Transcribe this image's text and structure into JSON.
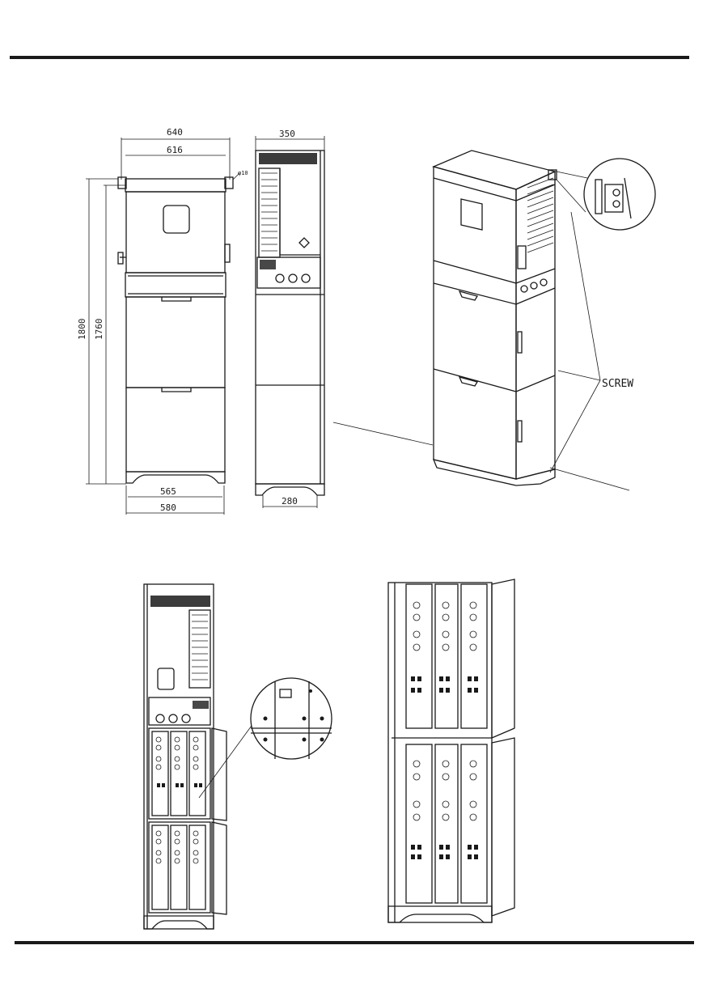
{
  "dimensions": {
    "top_outer_width": "640",
    "top_inner_width": "616",
    "side_depth": "350",
    "overall_height": "1800",
    "body_height": "1760",
    "base_inner_width": "565",
    "base_outer_width": "580",
    "side_base_depth": "280",
    "bolt_callout": "φ10"
  },
  "callouts": {
    "screw_label": "SCREW"
  },
  "colors": {
    "line": "#1a1a1a",
    "background": "#ffffff"
  }
}
